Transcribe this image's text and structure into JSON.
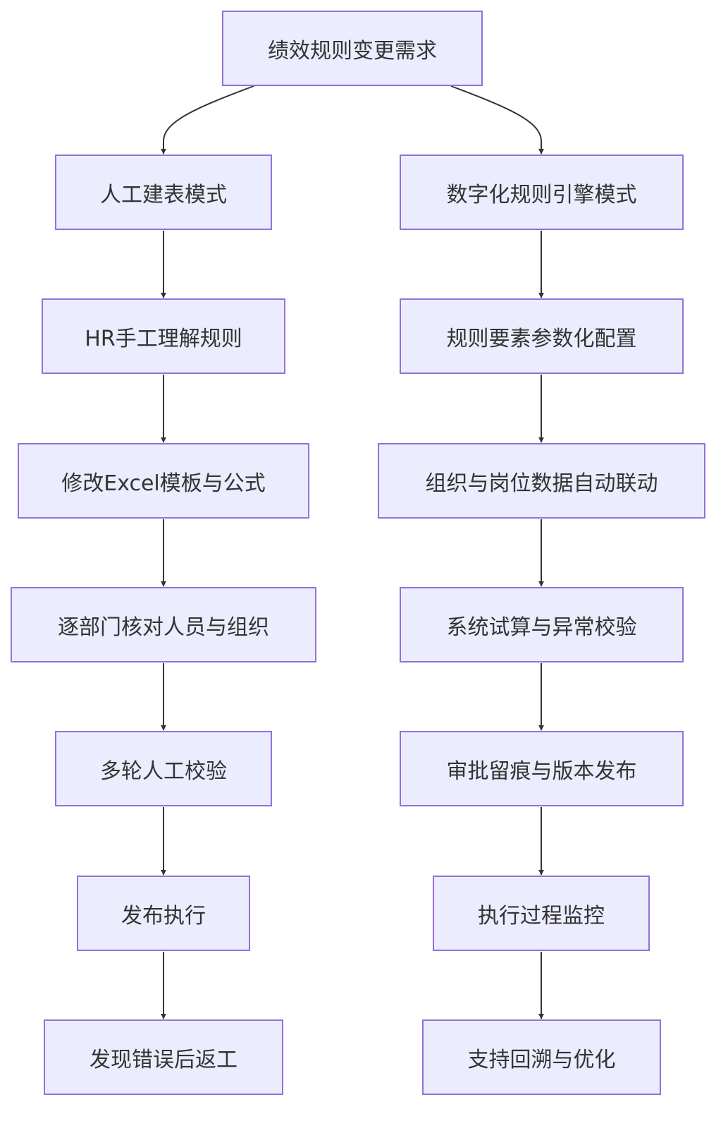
{
  "nodes": {
    "root": "绩效规则变更需求",
    "manual": {
      "mode": "人工建表模式",
      "understand": "HR手工理解规则",
      "excel": "修改Excel模板与公式",
      "check": "逐部门核对人员与组织",
      "verify": "多轮人工校验",
      "publish": "发布执行",
      "rework": "发现错误后返工"
    },
    "digital": {
      "mode": "数字化规则引擎模式",
      "params": "规则要素参数化配置",
      "link": "组织与岗位数据自动联动",
      "trial": "系统试算与异常校验",
      "approve": "审批留痕与版本发布",
      "monitor": "执行过程监控",
      "trace": "支持回溯与优化"
    }
  },
  "colors": {
    "node_fill": "#ECECFF",
    "node_border": "#9370DB",
    "edge": "#333333",
    "text": "#333333"
  }
}
